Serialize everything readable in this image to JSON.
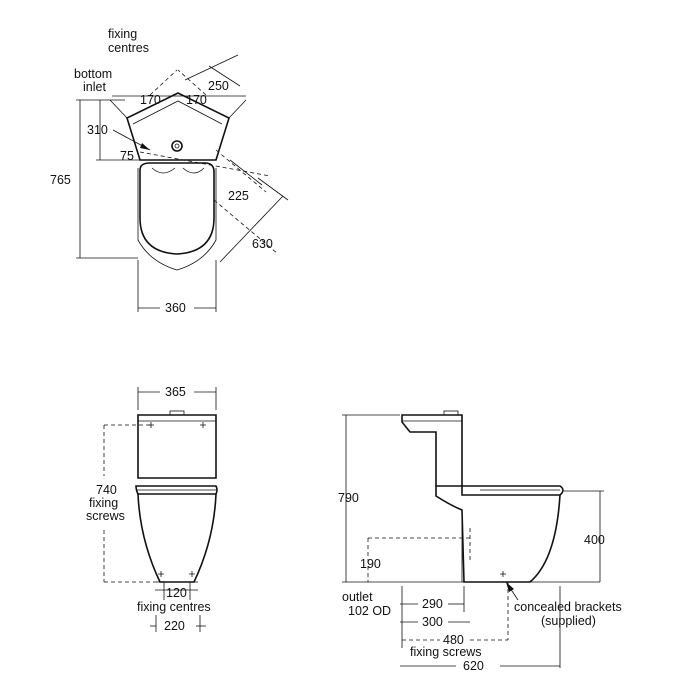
{
  "plan_view": {
    "fixing_centres": "fixing\ncentres",
    "bottom_inlet": "bottom\ninlet",
    "dim_170_left": "170",
    "dim_170_right": "170",
    "dim_250": "250",
    "dim_310": "310",
    "dim_75": "75",
    "dim_765": "765",
    "dim_225": "225",
    "dim_630": "630",
    "dim_360": "360"
  },
  "front_view": {
    "dim_365": "365",
    "dim_740": "740\nfixing\nscrews",
    "dim_120": "120",
    "fixing_centres": "fixing centres",
    "dim_220": "220"
  },
  "side_view": {
    "dim_790": "790",
    "dim_400": "400",
    "dim_190": "190",
    "outlet": "outlet\n102 OD",
    "dim_290": "290",
    "dim_300": "300",
    "concealed_brackets": "concealed brackets\n(supplied)",
    "dim_480": "480",
    "fixing_screws": "fixing screws",
    "dim_620": "620"
  }
}
